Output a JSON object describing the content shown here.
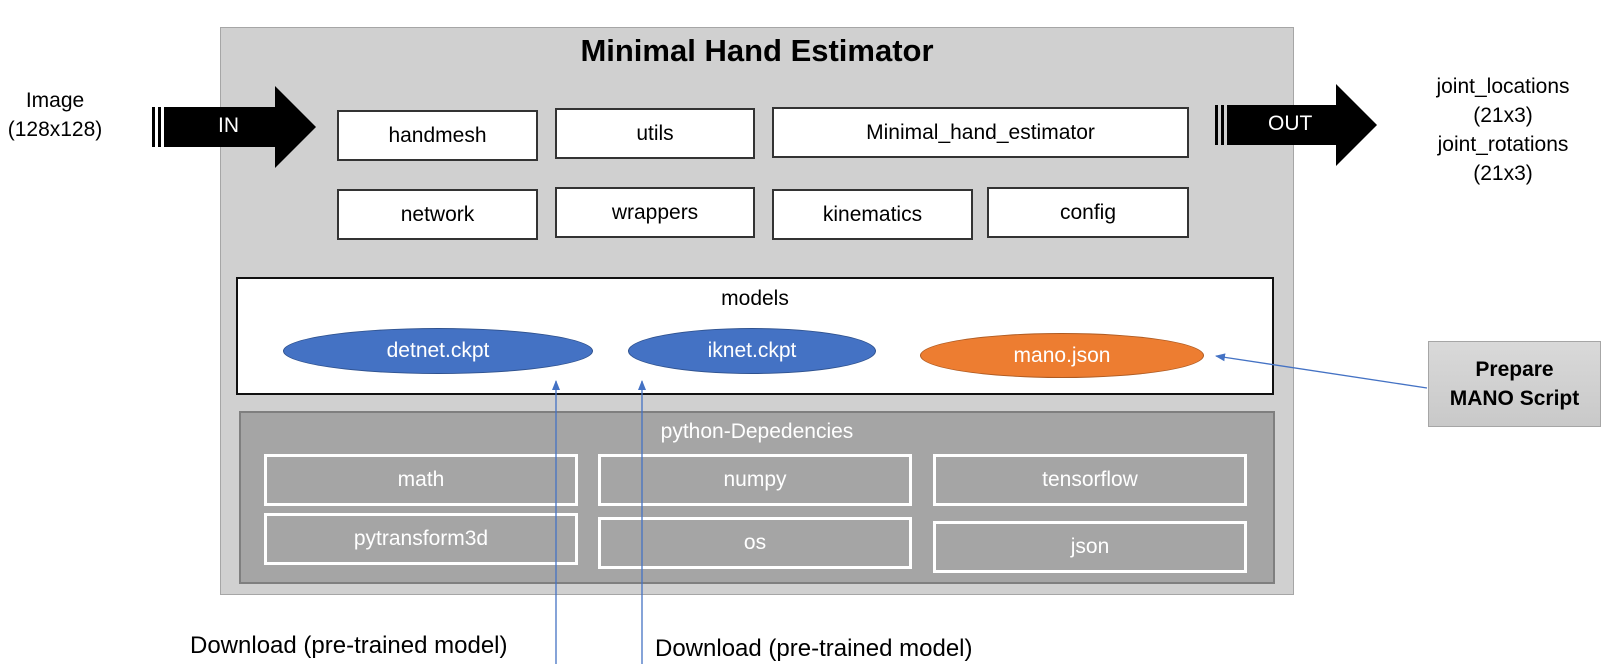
{
  "title": "Minimal Hand Estimator",
  "input": {
    "label": "Image",
    "size": "(128x128)",
    "arrow_label": "IN"
  },
  "output": {
    "arrow_label": "OUT",
    "lines": [
      "joint_locations",
      "(21x3)",
      "joint_rotations",
      "(21x3)"
    ]
  },
  "modules": {
    "row1": [
      "handmesh",
      "utils",
      "Minimal_hand_estimator"
    ],
    "row2": [
      "network",
      "wrappers",
      "kinematics",
      "config"
    ]
  },
  "models": {
    "label": "models",
    "files": [
      "detnet.ckpt",
      "iknet.ckpt",
      "mano.json"
    ]
  },
  "dependencies": {
    "label": "python-Depedencies",
    "items": [
      "math",
      "numpy",
      "tensorflow",
      "pytransform3d",
      "os",
      "json"
    ]
  },
  "prepare_box": {
    "line1": "Prepare",
    "line2": "MANO Script"
  },
  "downloads": [
    "Download (pre-trained model)",
    "Download (pre-trained model)"
  ],
  "colors": {
    "blue": "#4472c4",
    "orange": "#ed7d31",
    "panel": "#d0d0d0",
    "deps": "#a5a5a5",
    "connector": "#4472c4"
  }
}
